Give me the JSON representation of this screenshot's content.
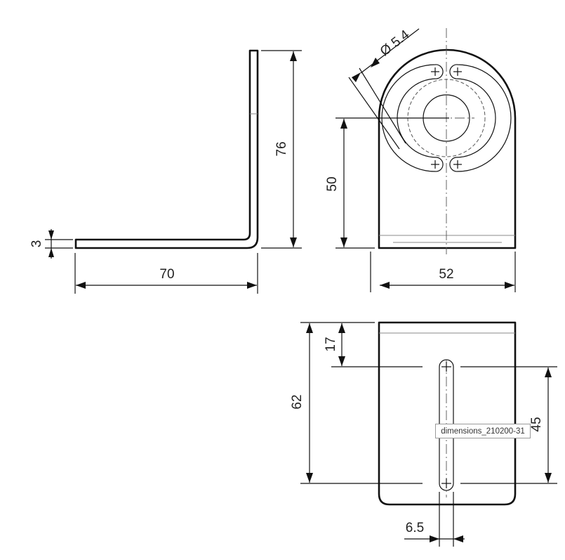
{
  "drawing": {
    "dimensions": {
      "thickness": "3",
      "length": "70",
      "height": "76",
      "hole_height": "50",
      "width": "52",
      "hole_diameter": "Ø 5.4",
      "slot_offset": "17",
      "base_length": "62",
      "slot_length": "45",
      "slot_width": "6.5"
    },
    "tag_label": "dimensions_210200-31"
  }
}
